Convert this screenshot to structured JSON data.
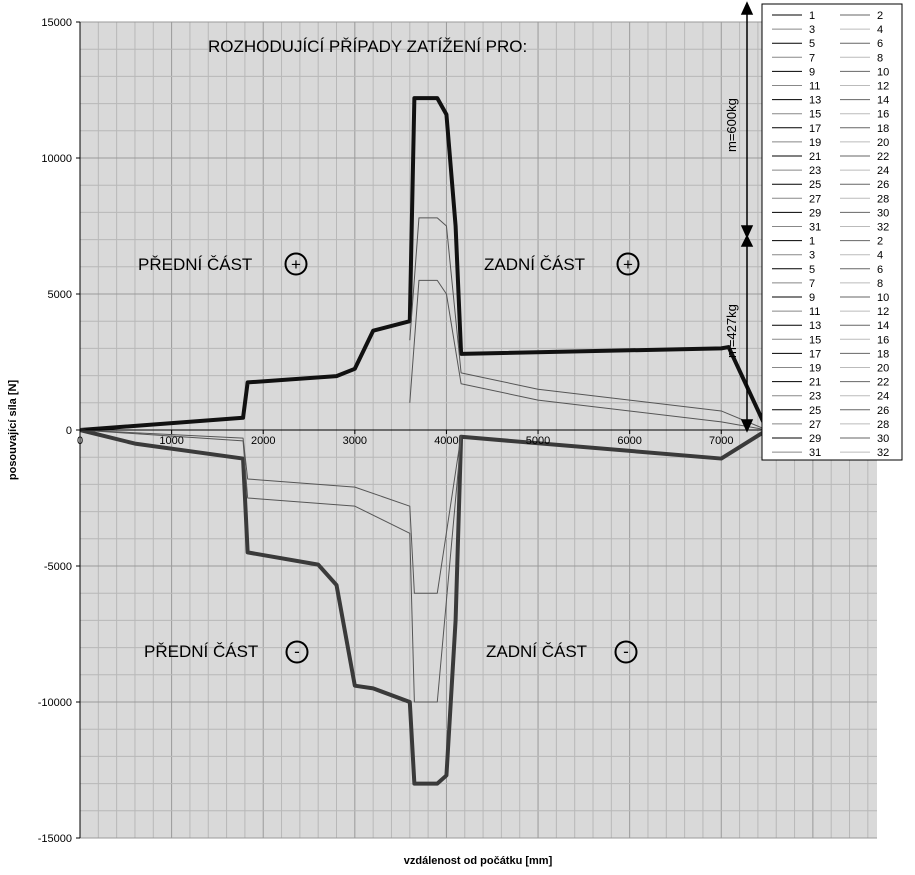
{
  "chart_data": {
    "type": "line",
    "title": "ROZHODUJÍCÍ PŘÍPADY ZATÍŽENÍ PRO:",
    "xlabel": "vzdálenost od počátku [mm]",
    "ylabel": "posouvající síla [N]",
    "xlim": [
      0,
      8700
    ],
    "ylim": [
      -15000,
      15000
    ],
    "x_ticks": [
      "0",
      "1000",
      "2000",
      "3000",
      "4000",
      "5000",
      "6000",
      "7000"
    ],
    "y_ticks": [
      "15000",
      "10000",
      "5000",
      "0",
      "-5000",
      "-10000",
      "-15000"
    ],
    "grid": true,
    "legend_position": "right",
    "legend_groups": [
      {
        "label": "m=600kg",
        "entries": [
          "1",
          "2",
          "3",
          "4",
          "5",
          "6",
          "7",
          "8",
          "9",
          "10",
          "11",
          "12",
          "13",
          "14",
          "15",
          "16",
          "17",
          "18",
          "19",
          "20",
          "21",
          "22",
          "23",
          "24",
          "25",
          "26",
          "27",
          "28",
          "29",
          "30",
          "31",
          "32"
        ]
      },
      {
        "label": "m=427kg",
        "entries": [
          "1",
          "2",
          "3",
          "4",
          "5",
          "6",
          "7",
          "8",
          "9",
          "10",
          "11",
          "12",
          "13",
          "14",
          "15",
          "16",
          "17",
          "18",
          "19",
          "20",
          "21",
          "22",
          "23",
          "24",
          "25",
          "26",
          "27",
          "28",
          "29",
          "30",
          "31",
          "32"
        ]
      }
    ],
    "annotations": {
      "front_plus": "PŘEDNÍ ČÁST",
      "rear_plus": "ZADNÍ  ČÁST",
      "front_minus": "PŘEDNÍ ČÁST",
      "rear_minus": "ZADNÍ  ČÁST",
      "plus_sign": "+",
      "minus_sign": "-"
    },
    "envelope_series": [
      {
        "role": "max-600kg",
        "x": [
          0,
          1780,
          1830,
          2800,
          3000,
          3200,
          3600,
          3650,
          3900,
          4000,
          4100,
          4160,
          7000,
          7080,
          7500
        ],
        "y": [
          0,
          450,
          1750,
          1980,
          2250,
          3650,
          4000,
          12200,
          12200,
          11600,
          7500,
          2800,
          3000,
          3050,
          0
        ]
      },
      {
        "role": "min-600kg",
        "x": [
          0,
          600,
          1780,
          1830,
          2600,
          2800,
          3000,
          3200,
          3600,
          3650,
          3900,
          4000,
          4100,
          4160,
          7000,
          7500
        ],
        "y": [
          0,
          -500,
          -1050,
          -4500,
          -4950,
          -5700,
          -9400,
          -9500,
          -10000,
          -13000,
          -13000,
          -12700,
          -7000,
          -250,
          -1050,
          0
        ]
      },
      {
        "role": "thin-inner",
        "x": [
          3600,
          3700,
          3900,
          4000,
          4160,
          5000,
          7000,
          7500
        ],
        "y": [
          3300,
          7800,
          7800,
          7500,
          2100,
          1500,
          700,
          0
        ]
      },
      {
        "role": "thin-inner",
        "x": [
          3600,
          3700,
          3900,
          4000,
          4160,
          5000,
          7000,
          7500
        ],
        "y": [
          1000,
          5500,
          5500,
          5000,
          1700,
          1100,
          300,
          0
        ]
      },
      {
        "role": "thin-inner",
        "x": [
          0,
          1780,
          1830,
          3000,
          3600,
          3650,
          3900,
          4160
        ],
        "y": [
          0,
          -400,
          -2500,
          -2800,
          -3800,
          -10000,
          -10000,
          -300
        ]
      },
      {
        "role": "thin-inner",
        "x": [
          0,
          1780,
          1830,
          3000,
          3600,
          3650,
          3900,
          4160
        ],
        "y": [
          0,
          -300,
          -1800,
          -2100,
          -2800,
          -6000,
          -6000,
          -200
        ]
      }
    ]
  }
}
